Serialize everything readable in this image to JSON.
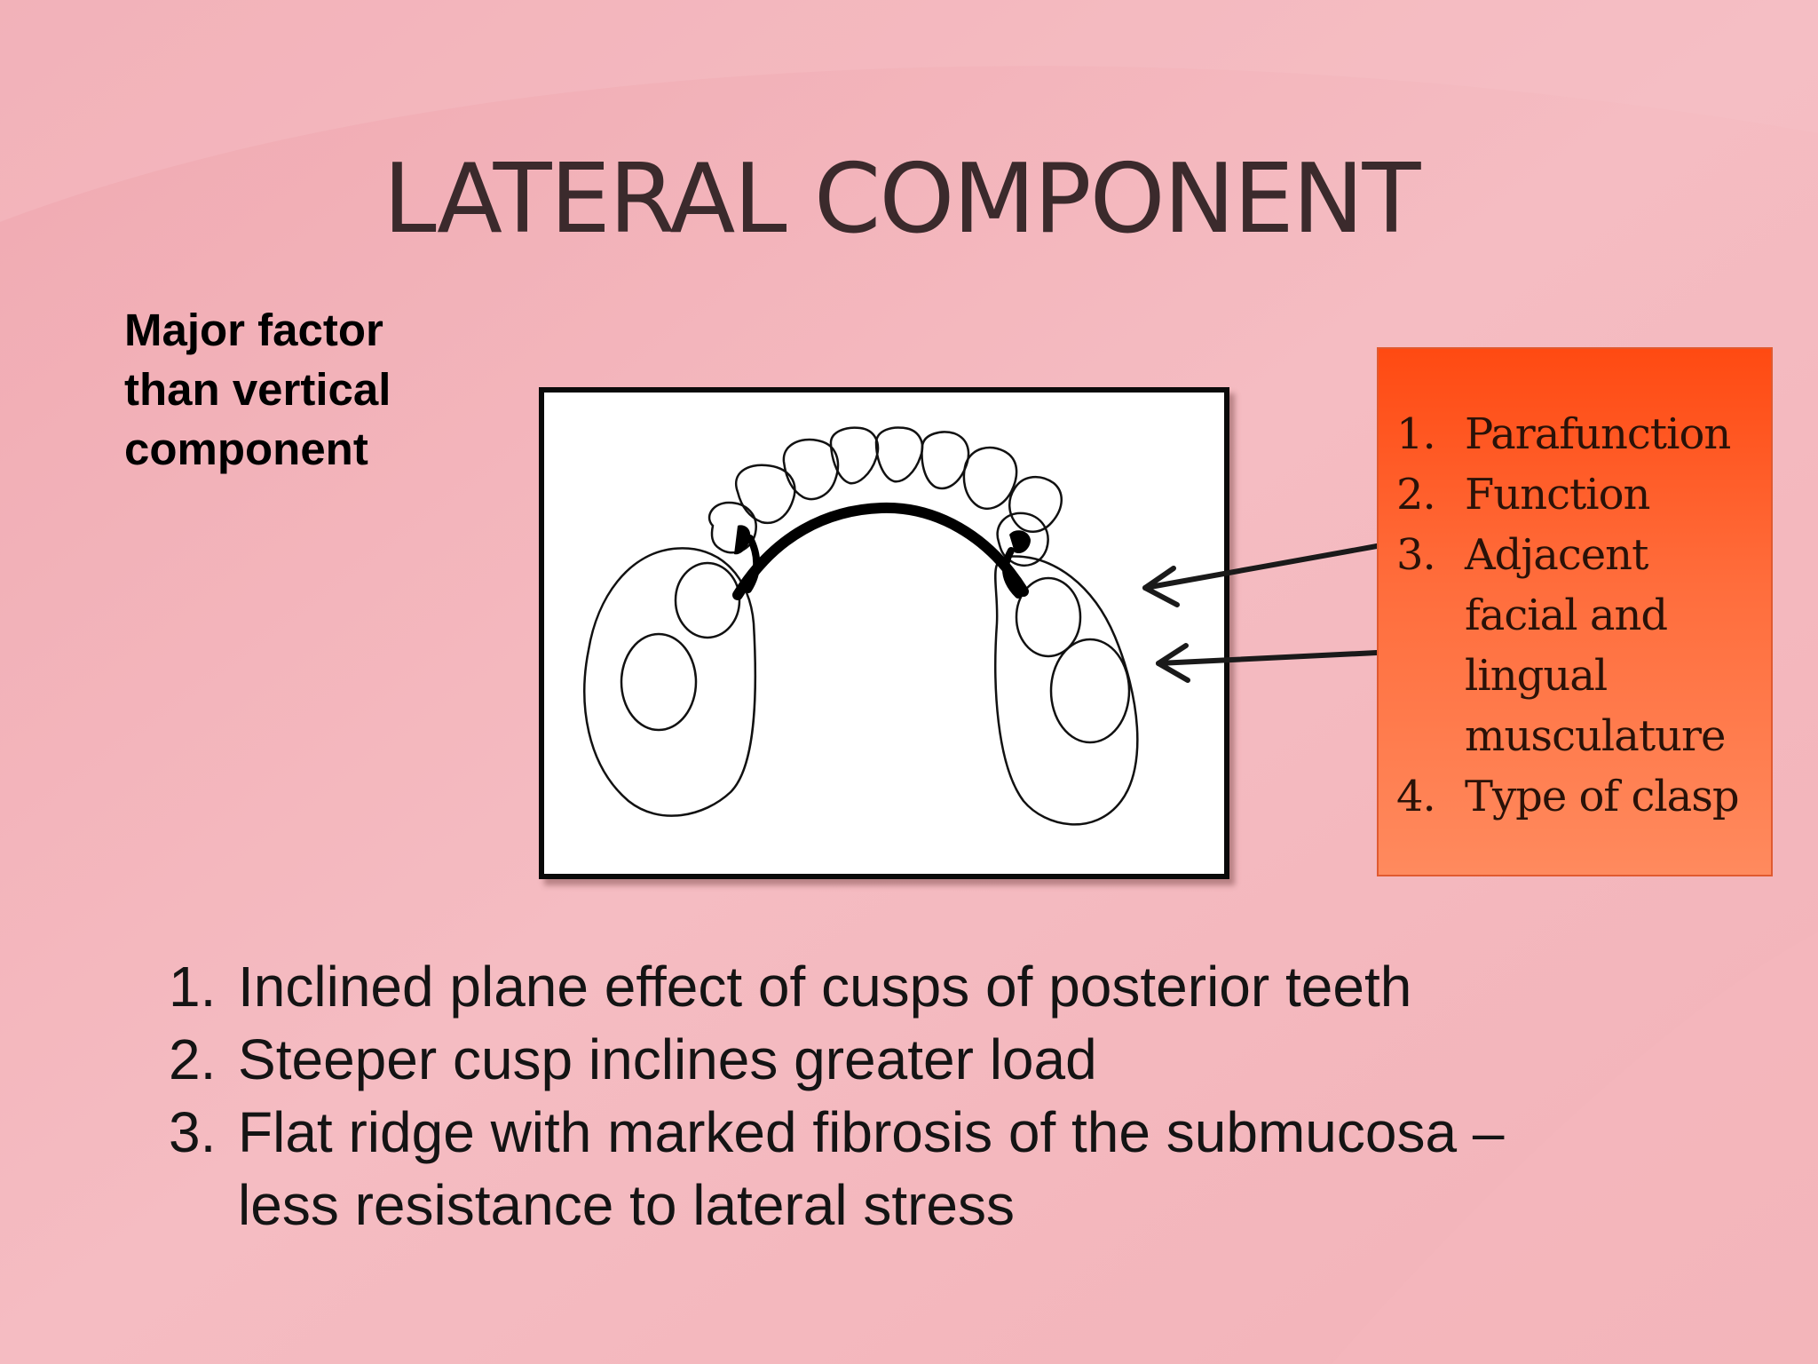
{
  "slide": {
    "title": "LATERAL COMPONENT",
    "side_note": [
      "Major factor",
      "than vertical",
      "component"
    ]
  },
  "figure": {
    "icon": "dental-arch-diagram"
  },
  "factors": [
    {
      "num": "1.",
      "label": "Parafunction"
    },
    {
      "num": "2.",
      "label": "Function"
    },
    {
      "num": "3.",
      "label": "Adjacent facial and lingual musculature"
    },
    {
      "num": "4.",
      "label": "Type of clasp"
    }
  ],
  "points": [
    {
      "num": "1.",
      "text": "Inclined plane effect of cusps of posterior teeth"
    },
    {
      "num": "2.",
      "text": "Steeper cusp inclines greater load"
    },
    {
      "num": "3.",
      "text": "Flat ridge with marked fibrosis of the submucosa – less resistance to lateral stress"
    }
  ],
  "colors": {
    "background": "#f3b6bd",
    "title": "#3b2a2c",
    "factor_box_top": "#ff4a12",
    "factor_box_bottom": "#ff8a5e"
  }
}
